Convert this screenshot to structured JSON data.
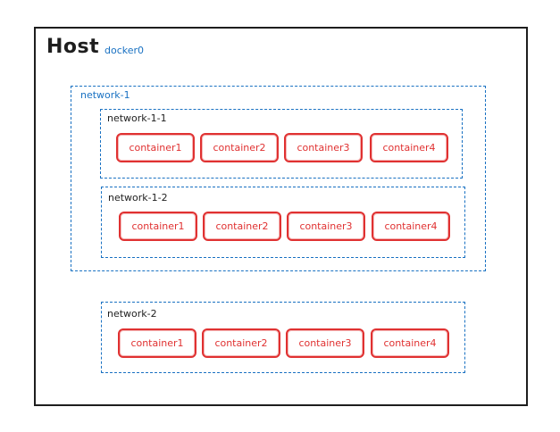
{
  "host": {
    "title": "Host",
    "bridge_label": "docker0"
  },
  "network_1": {
    "label": "network-1",
    "subnets": [
      {
        "label": "network-1-1",
        "containers": [
          "container1",
          "container2",
          "container3",
          "container4"
        ]
      },
      {
        "label": "network-1-2",
        "containers": [
          "container1",
          "container2",
          "container3",
          "container4"
        ]
      }
    ]
  },
  "network_2": {
    "label": "network-2",
    "containers": [
      "container1",
      "container2",
      "container3",
      "container4"
    ]
  },
  "colors": {
    "stroke": "#1e1e1e",
    "network": "#1971c2",
    "container": "#e03131"
  }
}
